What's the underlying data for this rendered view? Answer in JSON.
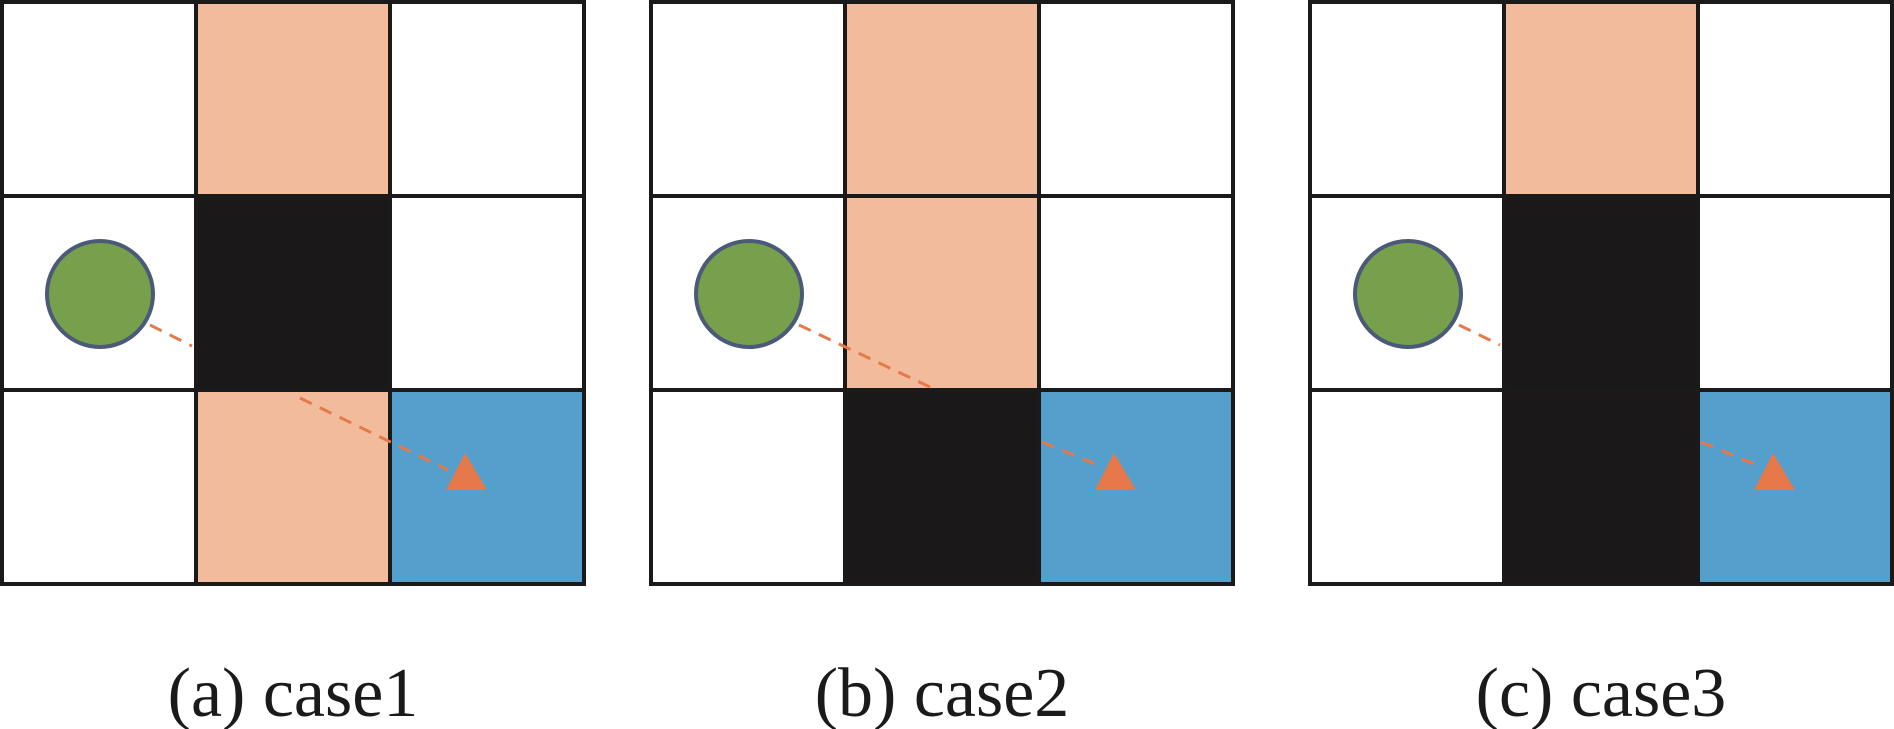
{
  "colors": {
    "empty": "#ffffff",
    "obstacle": "#1a1818",
    "highlight": "#f2bb9c",
    "goal": "#559fcd",
    "agent_fill": "#77a04c",
    "agent_stroke": "#4a5a78",
    "path": "#e5794a",
    "grid_line": "#1a1a1a"
  },
  "panels": [
    {
      "id": "a",
      "caption": "(a) case1",
      "grid": [
        [
          "empty",
          "highlight",
          "empty"
        ],
        [
          "empty",
          "obstacle",
          "empty"
        ],
        [
          "empty",
          "highlight",
          "goal"
        ]
      ]
    },
    {
      "id": "b",
      "caption": "(b) case2",
      "grid": [
        [
          "empty",
          "highlight",
          "empty"
        ],
        [
          "empty",
          "highlight",
          "empty"
        ],
        [
          "empty",
          "obstacle",
          "goal"
        ]
      ]
    },
    {
      "id": "c",
      "caption": "(c) case3",
      "grid": [
        [
          "empty",
          "highlight",
          "empty"
        ],
        [
          "empty",
          "obstacle",
          "empty"
        ],
        [
          "empty",
          "obstacle",
          "goal"
        ]
      ]
    }
  ]
}
